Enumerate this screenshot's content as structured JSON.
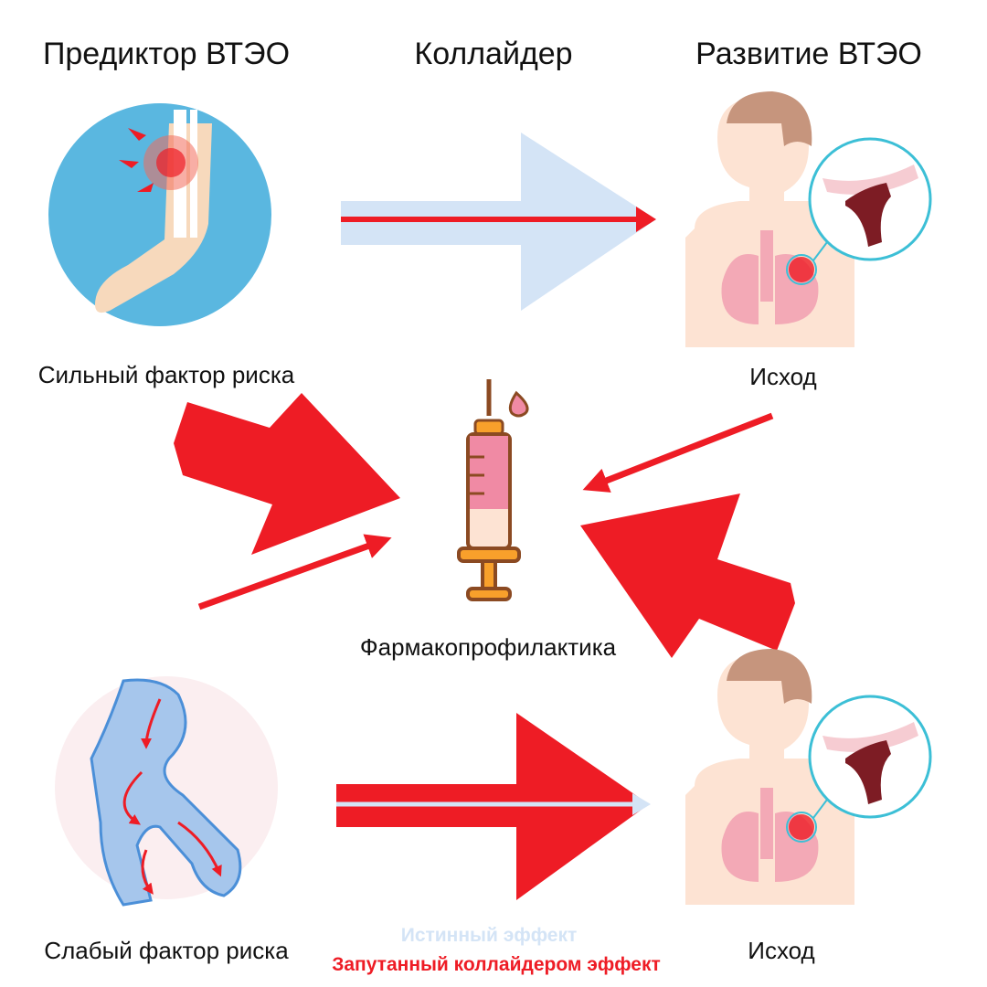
{
  "headers": {
    "predictor": "Предиктор ВТЭО",
    "collider": "Коллайдер",
    "development": "Развитие ВТЭО"
  },
  "labels": {
    "strong_factor": "Сильный фактор риска",
    "weak_factor": "Слабый фактор риска",
    "outcome_top": "Исход",
    "outcome_bottom": "Исход",
    "prophylaxis": "Фармакопрофилактика"
  },
  "legend": {
    "true_effect": "Истинный эффект",
    "confounded_effect": "Запутанный коллайдером эффект"
  },
  "colors": {
    "true_effect": "#d4e4f6",
    "confounded_effect": "#ee1c25",
    "circle_top": "#5ab7e0",
    "circle_bottom": "#fbeef0"
  }
}
